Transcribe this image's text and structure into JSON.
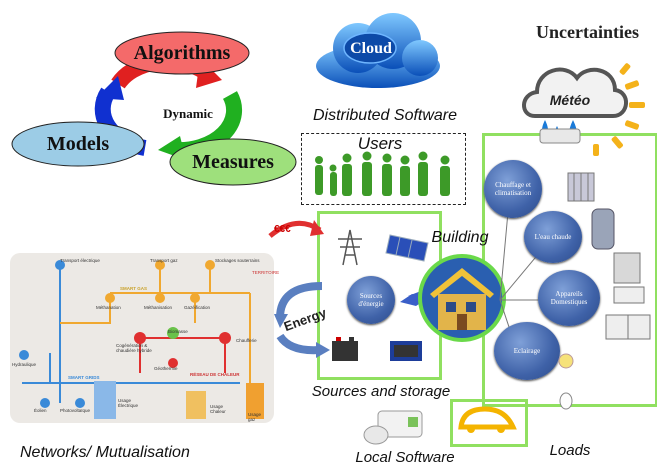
{
  "cycle": {
    "algorithms": "Algorithms",
    "models": "Models",
    "measures": "Measures",
    "dynamic": "Dynamic"
  },
  "cloud": {
    "label": "Cloud",
    "caption": "Distributed Software"
  },
  "uncertainties": {
    "title": "Uncertainties",
    "meteo": "Météo"
  },
  "users": {
    "label": "Users"
  },
  "building": {
    "label": "Building"
  },
  "energy": {
    "label": "Energy"
  },
  "sources": {
    "node": "Sources d'énergie",
    "caption": "Sources and storage"
  },
  "loads": {
    "caption": "Loads",
    "nodes": [
      "Chauffage et climatisation",
      "L'eau chaude",
      "Appareils Domestiques",
      "Eclairage"
    ]
  },
  "networks": {
    "caption": "Networks/ Mutualisation",
    "labels": {
      "transport_elec": "Transport électrique",
      "transport_gaz": "Transport gaz",
      "stockages": "Stockages souterrains",
      "territoire": "TERRITOIRE",
      "smart_gas": "SMART GAS",
      "smart_grids": "SMART GRIDS",
      "reseau_chaleur": "RÉSEAU DE CHALEUR",
      "methanation1": "Méthanation",
      "methanation2": "Méthanisation",
      "gazeification": "Gazéification",
      "biomasse": "Biomasse",
      "cogeneration": "Cogénération & chaudière hybride",
      "geothermie": "Géothermie",
      "chaufferie": "Chaufferie",
      "hydraulique": "Hydraulique",
      "eolien": "Éolien",
      "photovoltaique": "Photovoltaïque",
      "usage_elec": "Usage Électrique",
      "usage_chaleur": "Usage Chaleur",
      "usage_gaz": "Usage gaz"
    }
  },
  "local": {
    "caption": "Local Software"
  },
  "colors": {
    "green_frame": "#90e060",
    "node_blue": "#3f62a8",
    "arrow_red": "#e03030",
    "arrow_green": "#40c020",
    "arrow_blue": "#2040d0"
  }
}
